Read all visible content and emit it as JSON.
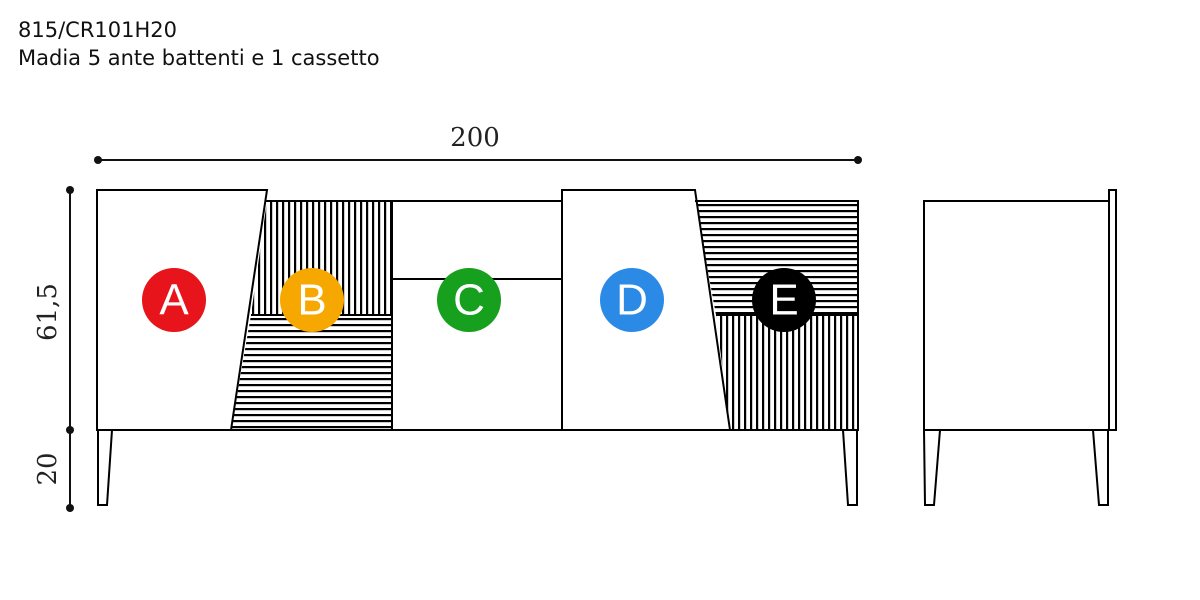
{
  "header": {
    "code": "815/CR101H20",
    "description": "Madia 5 ante battenti e 1 cassetto"
  },
  "dimensions": {
    "width": "200",
    "height": "61,5",
    "legs": "20"
  },
  "labels": [
    {
      "letter": "A",
      "color": "#e8141b"
    },
    {
      "letter": "B",
      "color": "#f6a800"
    },
    {
      "letter": "C",
      "color": "#17a01e"
    },
    {
      "letter": "D",
      "color": "#2b8ae6"
    },
    {
      "letter": "E",
      "color": "#000000"
    }
  ]
}
